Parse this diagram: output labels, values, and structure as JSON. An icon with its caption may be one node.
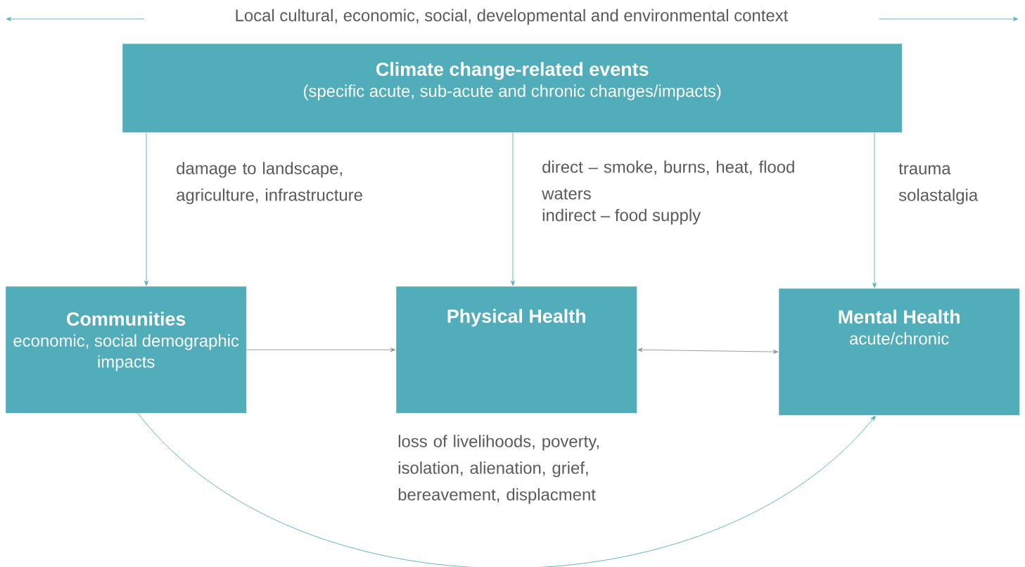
{
  "diagram": {
    "nodes": [
      {
        "text": [
          "Climate change-related events",
          "(specific acute, sub-acute and chronic changes/impacts)"
        ]
      },
      {
        "text": [
          "Communities",
          "economic, social demographic impacts"
        ]
      },
      {
        "text": [
          "Physical Health"
        ]
      },
      {
        "text": [
          "Mental Health",
          "acute/chronic"
        ]
      }
    ],
    "edges": [
      {
        "from": 0,
        "to": 1,
        "arrow": "to",
        "label": "damage to landscape, agriculture, infrastructure"
      },
      {
        "from": 0,
        "to": 2,
        "arrow": "to",
        "label": "direct – smoke, burns, heat, flood waters"
      },
      {
        "from": 0,
        "to": 3,
        "arrow": "to",
        "label": "trauma solastalgia"
      },
      {
        "from": 1,
        "to": 2,
        "arrow": "to",
        "color": "#8c959c"
      },
      {
        "from": 2,
        "to": 3,
        "arrow": "both",
        "color": "#8c959c"
      },
      {
        "from": 1,
        "to": 3,
        "arrow": "to",
        "label": "loss of livelihoods, poverty, isolation, alienation, grief, bereavement, displacment"
      }
    ],
    "labels": [
      "Local cultural, economic, social, developmental and environmental context",
      "indirect – food supply"
    ]
  }
}
